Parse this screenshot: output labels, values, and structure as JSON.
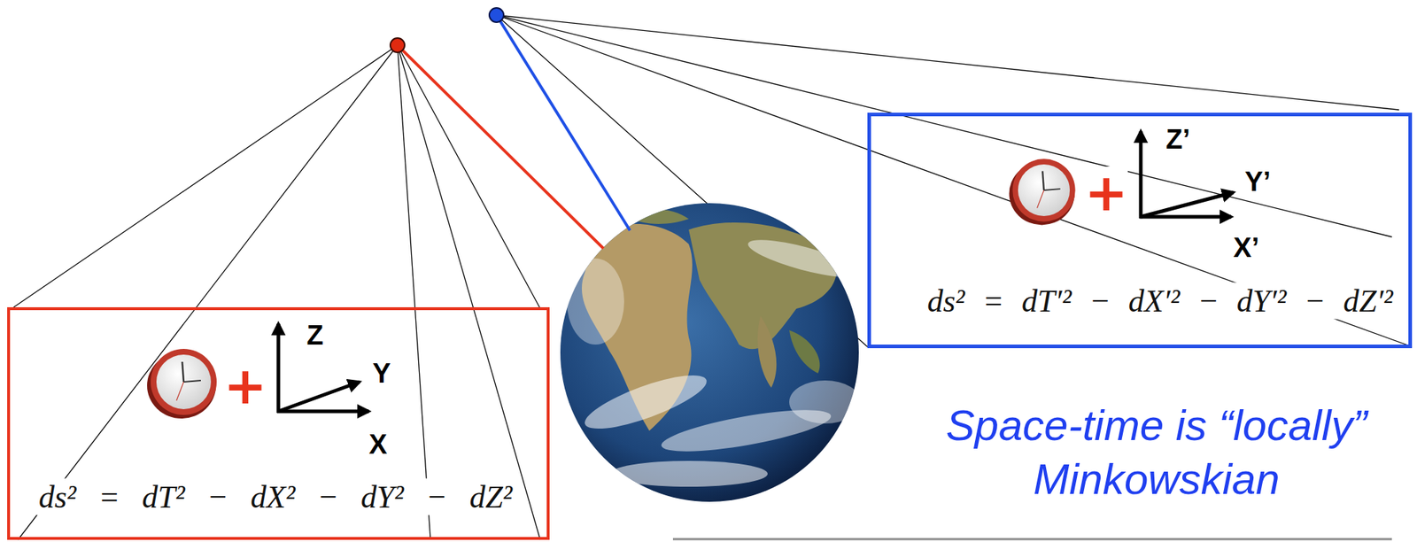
{
  "diagram": {
    "nodes": [
      {
        "text": [
          "Z",
          "+",
          "Y",
          "X",
          "ds² = dT² − dX² − dY² − dZ²"
        ]
      },
      {
        "text": [
          "Z’",
          "+",
          "Y’",
          "X’",
          "ds² = dT′² − dX′² − dY′² − dZ′²"
        ]
      }
    ],
    "labels": [
      "Space-time is “locally” Minkowskian"
    ]
  }
}
